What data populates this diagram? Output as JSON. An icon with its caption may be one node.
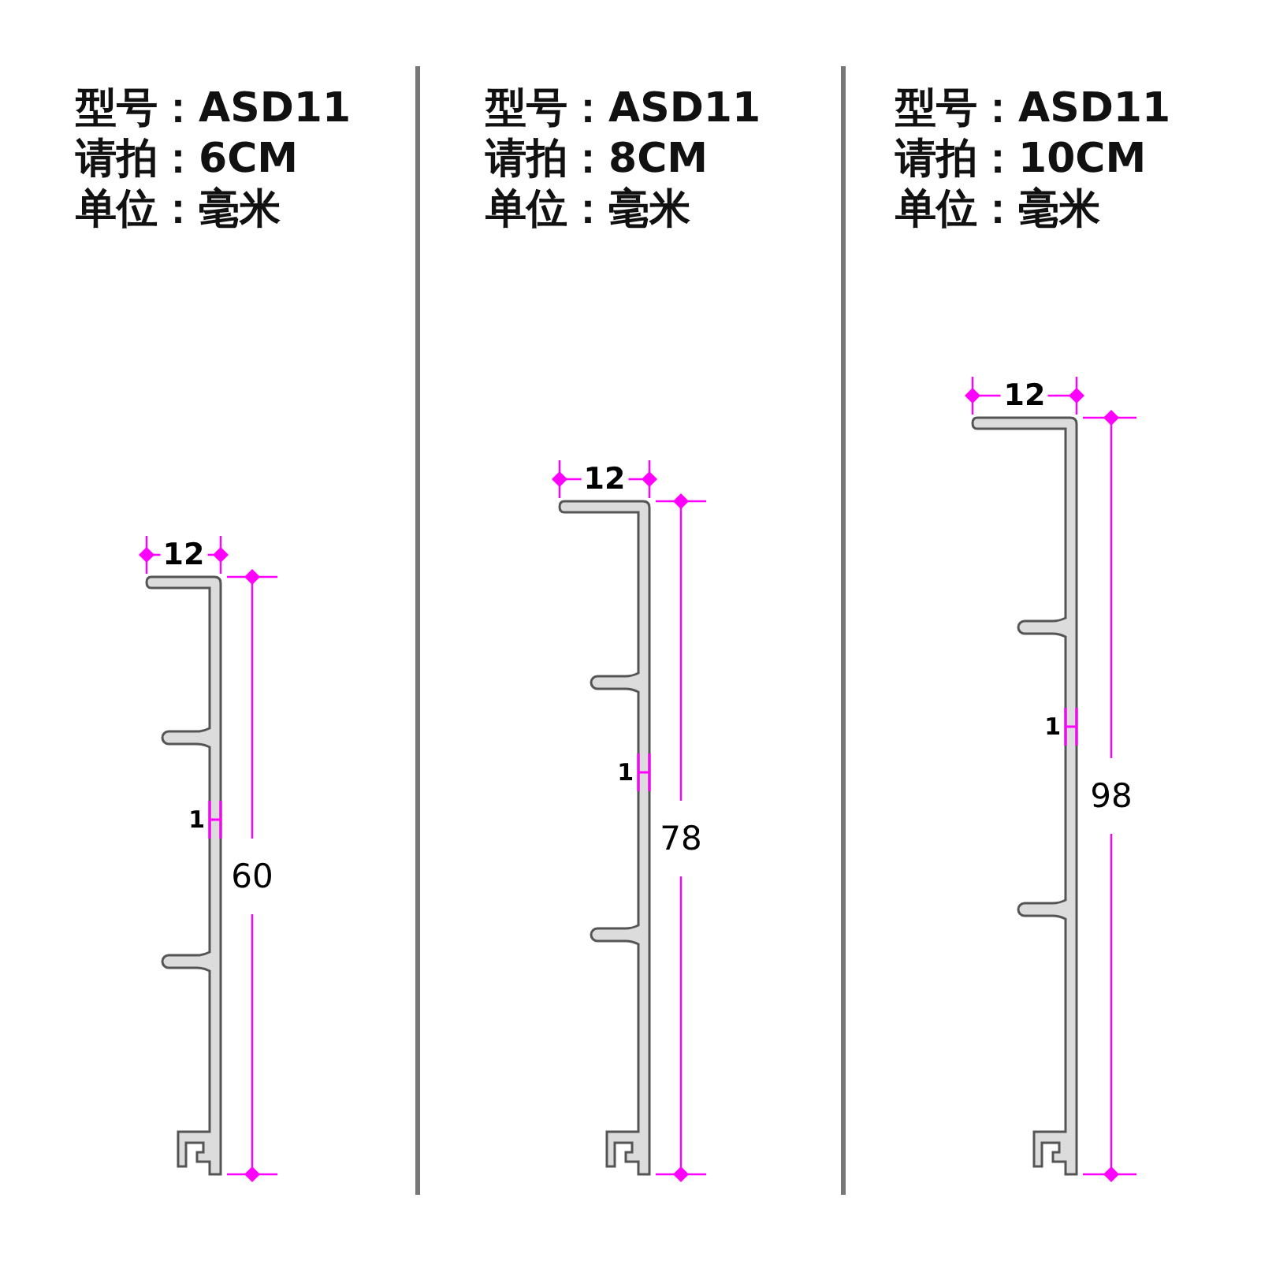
{
  "diagram": {
    "labels": [
      "型号：ASD11",
      "请拍：6CM",
      "单位：毫米",
      "12",
      "1",
      "60",
      "型号：ASD11",
      "请拍：8CM",
      "单位：毫米",
      "12",
      "1",
      "78",
      "型号：ASD11",
      "请拍：10CM",
      "单位：毫米",
      "12",
      "1",
      "98"
    ]
  }
}
